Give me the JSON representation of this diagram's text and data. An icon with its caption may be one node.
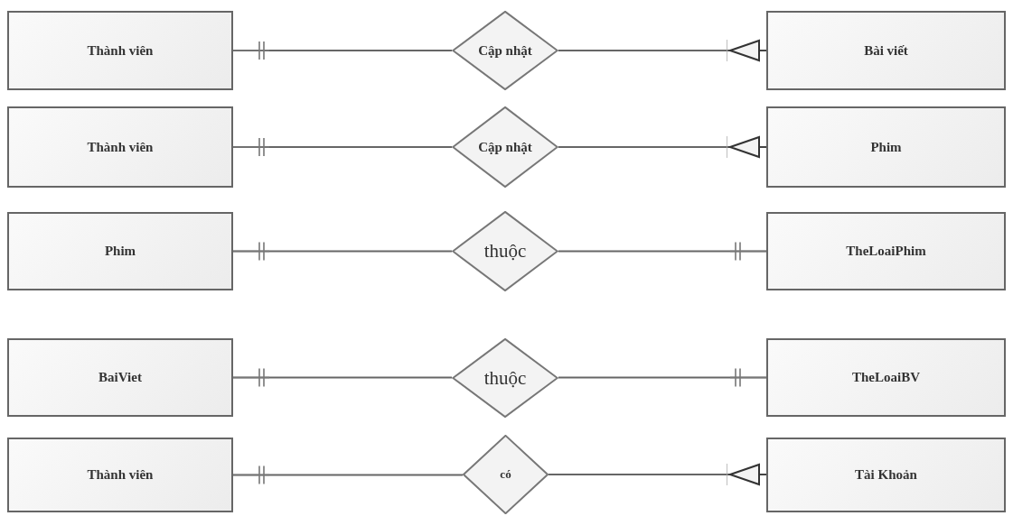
{
  "diagram": {
    "nodes": [
      {
        "text": [
          "Thành viên"
        ]
      },
      {
        "text": [
          "Cập nhật"
        ]
      },
      {
        "text": [
          "Bài viết"
        ]
      },
      {
        "text": [
          "Thành viên"
        ]
      },
      {
        "text": [
          "Cập nhật"
        ]
      },
      {
        "text": [
          "Phim"
        ]
      },
      {
        "text": [
          "Phim"
        ]
      },
      {
        "text": [
          "thuộc"
        ]
      },
      {
        "text": [
          "TheLoaiPhim"
        ]
      },
      {
        "text": [
          "BaiViet"
        ]
      },
      {
        "text": [
          "thuộc"
        ]
      },
      {
        "text": [
          "TheLoaiBV"
        ]
      },
      {
        "text": [
          "Thành viên"
        ]
      },
      {
        "text": [
          "có"
        ]
      },
      {
        "text": [
          "Tài Khoản"
        ]
      }
    ],
    "edges": [
      {
        "from": 0,
        "to": 1,
        "arrow": "other"
      },
      {
        "from": 1,
        "to": 2,
        "arrow": "other"
      },
      {
        "from": 3,
        "to": 4,
        "arrow": "other"
      },
      {
        "from": 4,
        "to": 5,
        "arrow": "other"
      },
      {
        "from": 6,
        "to": 7,
        "arrow": "other"
      },
      {
        "from": 8,
        "to": 7,
        "arrow": "other"
      },
      {
        "from": 9,
        "to": 10,
        "arrow": "other"
      },
      {
        "from": 11,
        "to": 10,
        "arrow": "other"
      },
      {
        "from": 12,
        "to": 13,
        "arrow": "other"
      },
      {
        "from": 13,
        "to": 14,
        "arrow": "other"
      }
    ]
  }
}
